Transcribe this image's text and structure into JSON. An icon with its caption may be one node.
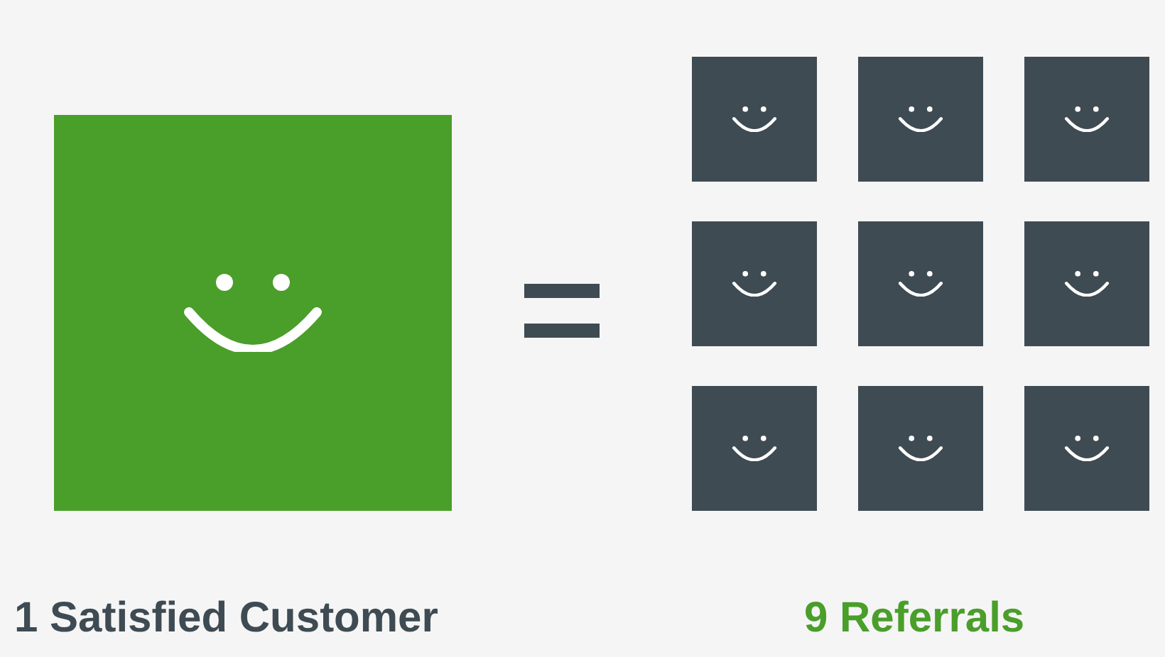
{
  "diagram": {
    "nodes": [
      {
        "text": [
          "1 Satisfied Customer"
        ]
      },
      {
        "text": [],
        "shape": "box"
      },
      {
        "text": [],
        "shape": "box"
      },
      {
        "text": [],
        "shape": "box"
      },
      {
        "text": [],
        "shape": "box"
      },
      {
        "text": [],
        "shape": "box"
      },
      {
        "text": [],
        "shape": "box"
      },
      {
        "text": [],
        "shape": "box"
      },
      {
        "text": [],
        "shape": "box"
      },
      {
        "text": [],
        "shape": "box"
      }
    ],
    "edges": [],
    "labels": [
      "9 Referrals"
    ]
  }
}
